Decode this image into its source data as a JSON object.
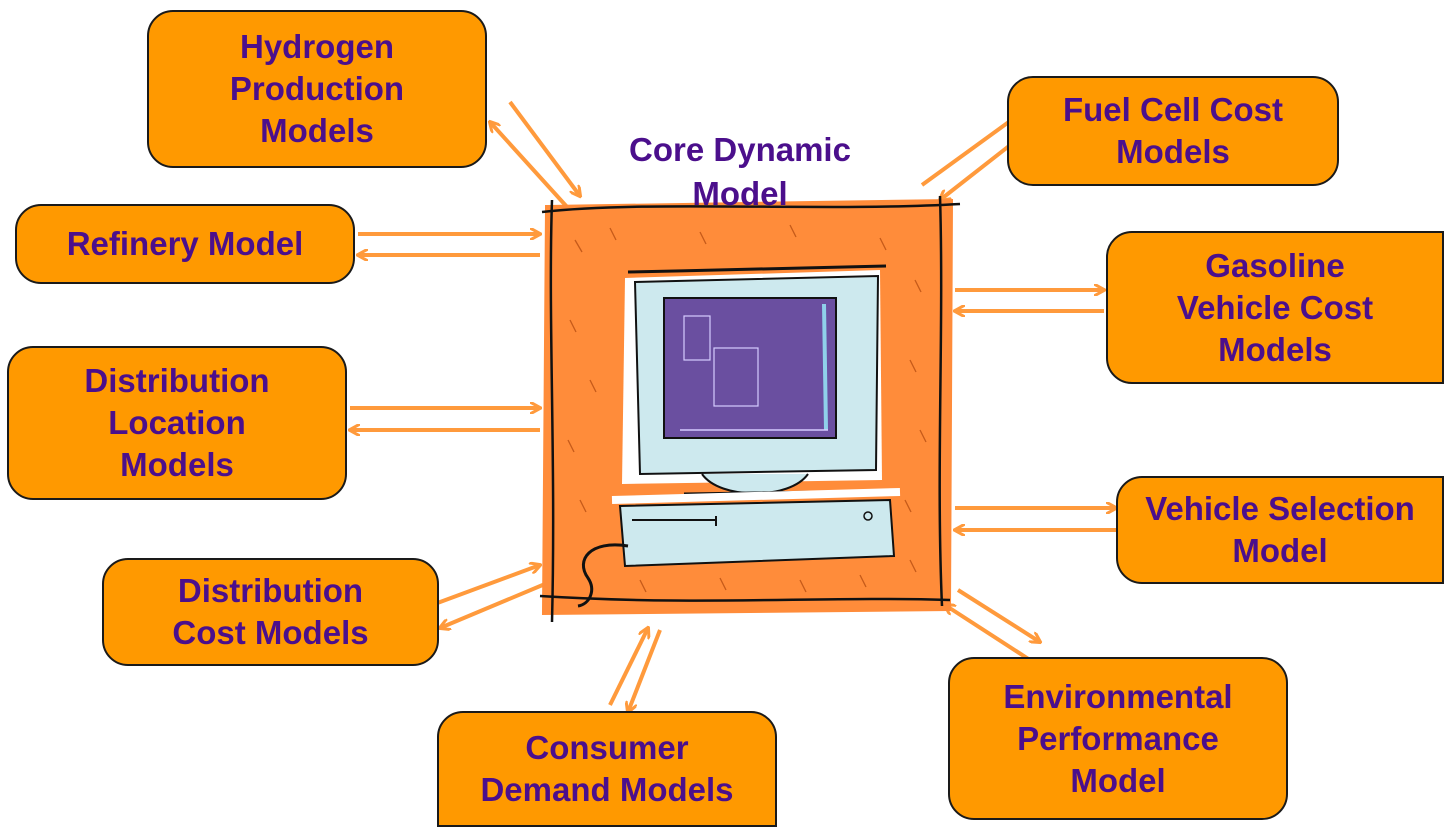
{
  "core": {
    "title": "Core Dynamic Model"
  },
  "models": {
    "hydrogen": "Hydrogen Production Models",
    "refinery": "Refinery Model",
    "distribution_location": "Distribution Location Models",
    "distribution_cost": "Distribution Cost Models",
    "consumer_demand": "Consumer Demand Models",
    "fuel_cell": "Fuel Cell Cost Models",
    "gasoline_vehicle": "Gasoline Vehicle Cost Models",
    "vehicle_selection": "Vehicle Selection Model",
    "environmental": "Environmental Performance Model"
  },
  "colors": {
    "box_fill": "#ff9900",
    "text": "#4b0f8c",
    "arrow": "#ff9a3c",
    "core_fill": "#ff8c3a",
    "screen": "#6a4fa0",
    "monitor": "#cde9ee"
  }
}
